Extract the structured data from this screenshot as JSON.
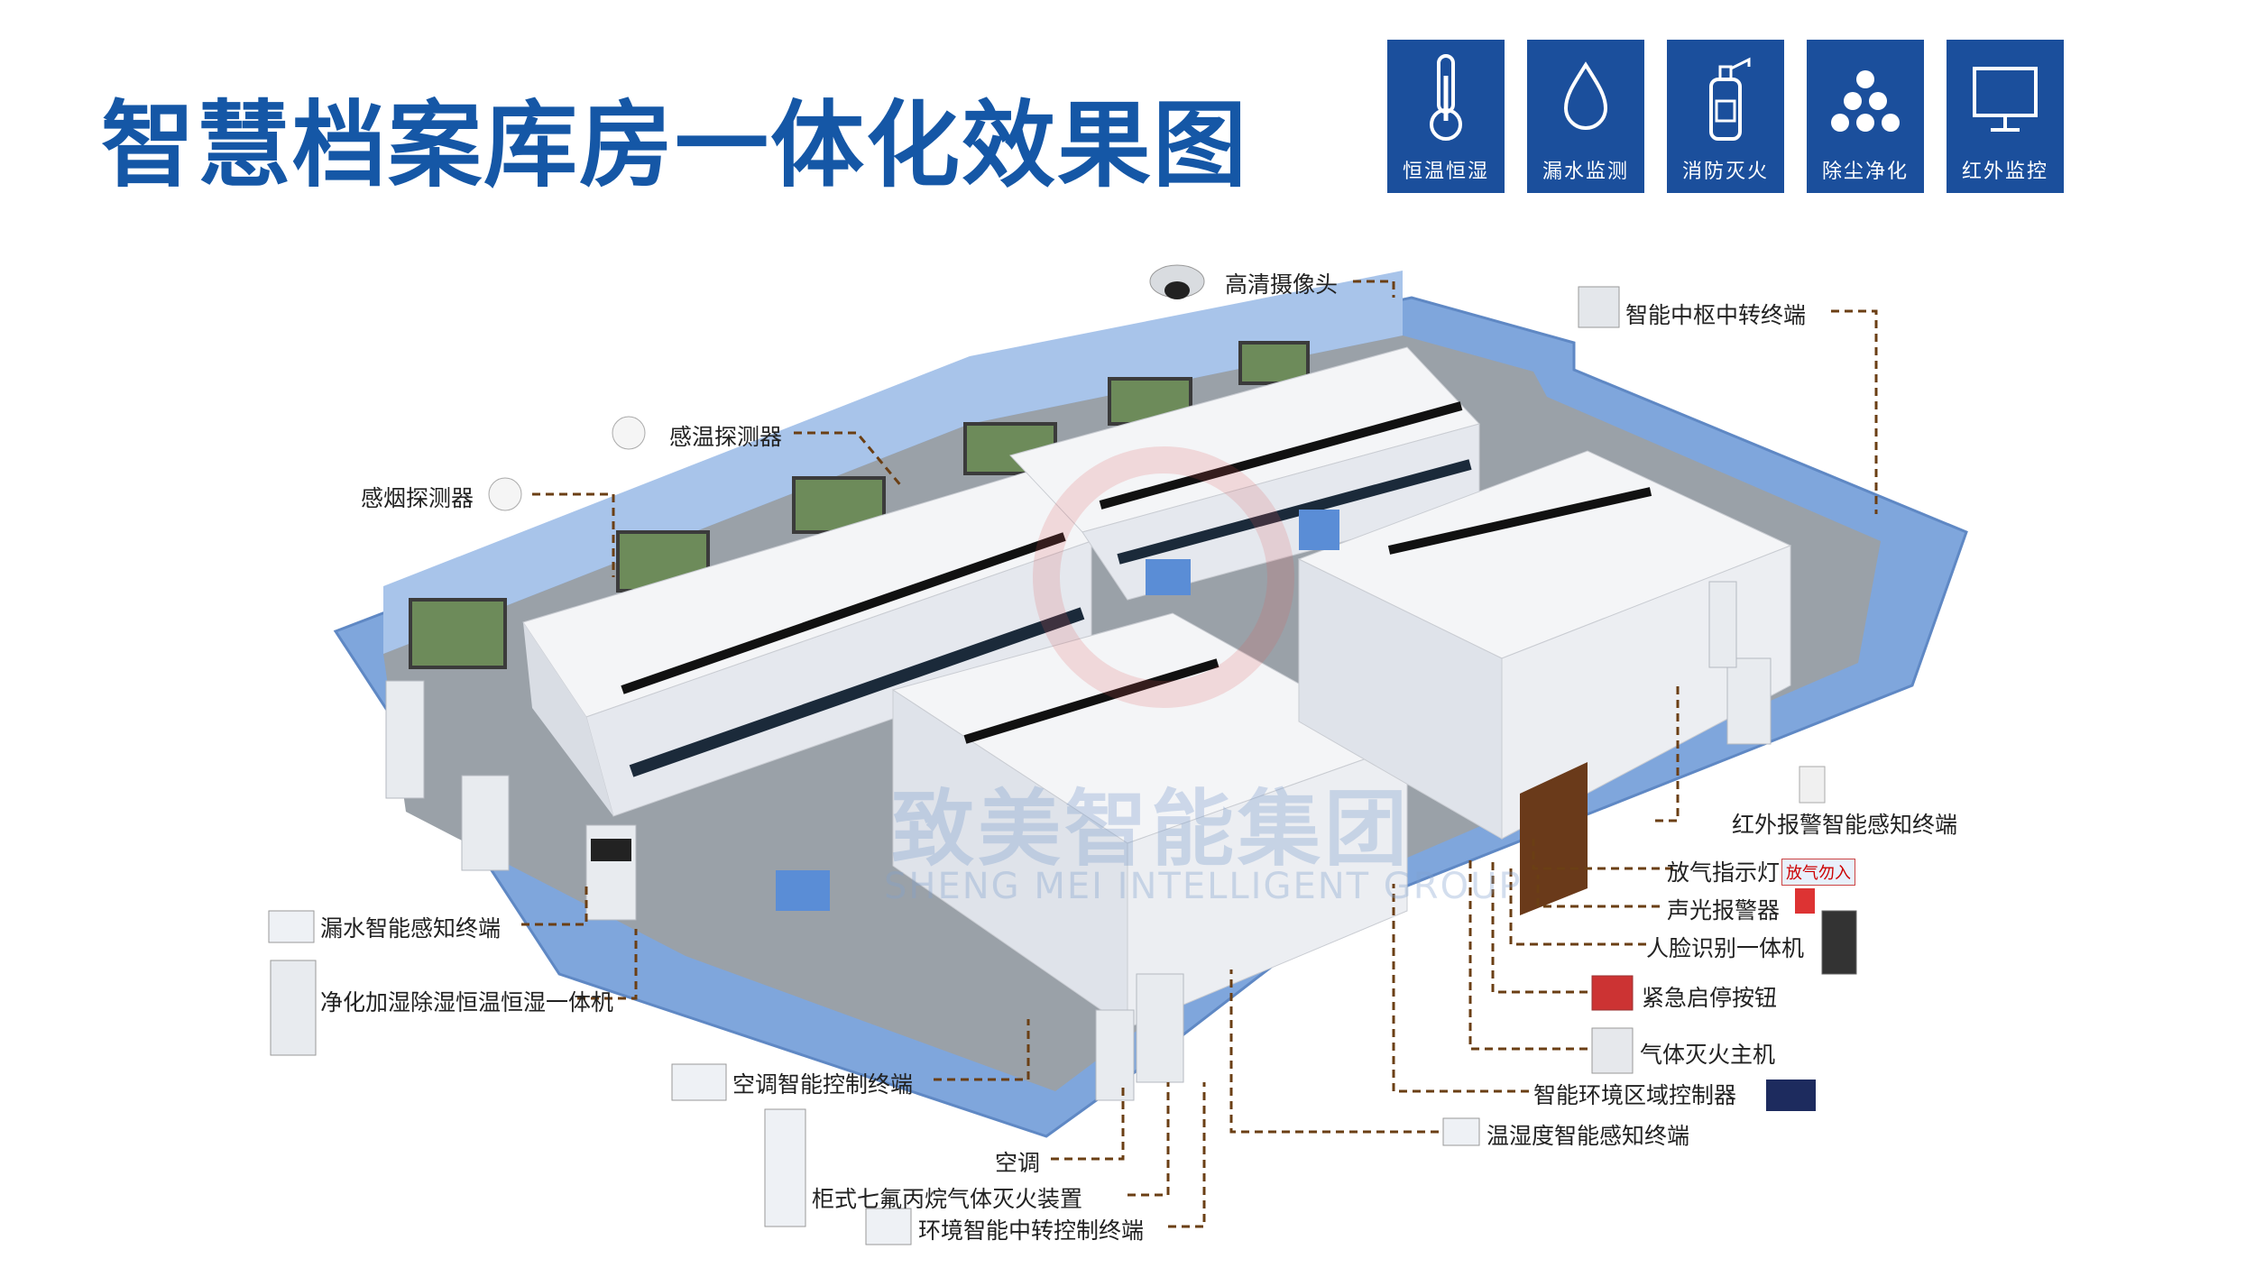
{
  "title": "智慧档案库房一体化效果图",
  "colors": {
    "brand_blue": "#1557a6",
    "icon_tile": "#1b4f9c",
    "wall_blue": "#7fa6dc",
    "floor_gray": "#9aa1a8",
    "leader_brown": "#6b3f14"
  },
  "features": [
    {
      "icon": "thermometer-icon",
      "label": "恒温恒湿"
    },
    {
      "icon": "water-drop-icon",
      "label": "漏水监测"
    },
    {
      "icon": "fire-extinguisher-icon",
      "label": "消防灭火"
    },
    {
      "icon": "dust-particles-icon",
      "label": "除尘净化"
    },
    {
      "icon": "monitor-icon",
      "label": "红外监控"
    }
  ],
  "watermark": {
    "cn": "致美智能集团",
    "en": "SHENG MEI INTELLIGENT GROUP"
  },
  "warning_sign": "放气勿入",
  "callouts": {
    "camera": "高清摄像头",
    "central_relay": "智能中枢中转终端",
    "heat_detector": "感温探测器",
    "smoke_detector": "感烟探测器",
    "infrared_alarm": "红外报警智能感知终端",
    "gas_release_light": "放气指示灯",
    "sound_light_alarm": "声光报警器",
    "face_recognition": "人脸识别一体机",
    "emergency_button": "紧急启停按钮",
    "gas_host": "气体灭火主机",
    "area_controller": "智能环境区域控制器",
    "temp_humidity": "温湿度智能感知终端",
    "leak_sensor": "漏水智能感知终端",
    "purifier": "净化加湿除湿恒温恒湿一体机",
    "ac_controller": "空调智能控制终端",
    "ac": "空调",
    "cabinet_fire": "柜式七氟丙烷气体灭火装置",
    "env_relay": "环境智能中转控制终端"
  }
}
